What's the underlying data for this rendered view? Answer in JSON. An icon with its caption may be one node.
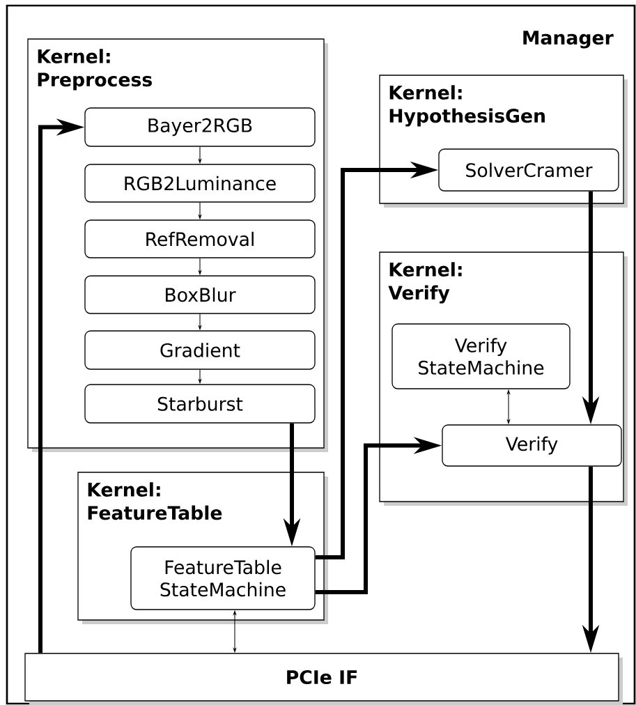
{
  "diagram": {
    "nodes": [
      {
        "text": [
          "Manager"
        ]
      },
      {
        "text": [
          "Kernel: Preprocess"
        ],
        "in": 0
      },
      {
        "text": [
          "Bayer2RGB"
        ],
        "in": 1
      },
      {
        "text": [
          "RGB2Luminance"
        ],
        "in": 1
      },
      {
        "text": [
          "RefRemoval"
        ],
        "in": 1
      },
      {
        "text": [
          "BoxBlur"
        ],
        "in": 1
      },
      {
        "text": [
          "Gradient"
        ],
        "in": 1
      },
      {
        "text": [
          "Starburst"
        ],
        "in": 1
      },
      {
        "text": [
          "Kernel: HypothesisGen"
        ],
        "in": 0
      },
      {
        "text": [
          "SolverCramer"
        ],
        "in": 8
      },
      {
        "text": [
          "Kernel: Verify"
        ],
        "in": 0
      },
      {
        "text": [
          "Verify StateMachine"
        ],
        "in": 10
      },
      {
        "text": [
          "Verify"
        ],
        "in": 10
      },
      {
        "text": [
          "Kernel: FeatureTable"
        ],
        "in": 0
      },
      {
        "text": [
          "FeatureTable StateMachine"
        ],
        "in": 13
      },
      {
        "text": [
          "PCIe IF"
        ],
        "in": 0
      }
    ],
    "edges": [
      {
        "from": 2,
        "to": 3,
        "arrow": "to"
      },
      {
        "from": 3,
        "to": 4,
        "arrow": "to"
      },
      {
        "from": 4,
        "to": 5,
        "arrow": "to"
      },
      {
        "from": 5,
        "to": 6,
        "arrow": "to"
      },
      {
        "from": 6,
        "to": 7,
        "arrow": "to"
      },
      {
        "from": 7,
        "to": 14,
        "arrow": "to",
        "style": "thick"
      },
      {
        "from": 14,
        "to": 9,
        "arrow": "to",
        "style": "thick"
      },
      {
        "from": 14,
        "to": 12,
        "arrow": "to",
        "style": "thick"
      },
      {
        "from": 9,
        "to": 12,
        "arrow": "to",
        "style": "thick"
      },
      {
        "from": 12,
        "to": 15,
        "arrow": "to",
        "style": "thick"
      },
      {
        "from": 15,
        "to": 2,
        "arrow": "to",
        "style": "thick"
      },
      {
        "from": 11,
        "to": 12,
        "arrow": "both"
      },
      {
        "from": 14,
        "to": 15,
        "arrow": "both"
      }
    ]
  }
}
